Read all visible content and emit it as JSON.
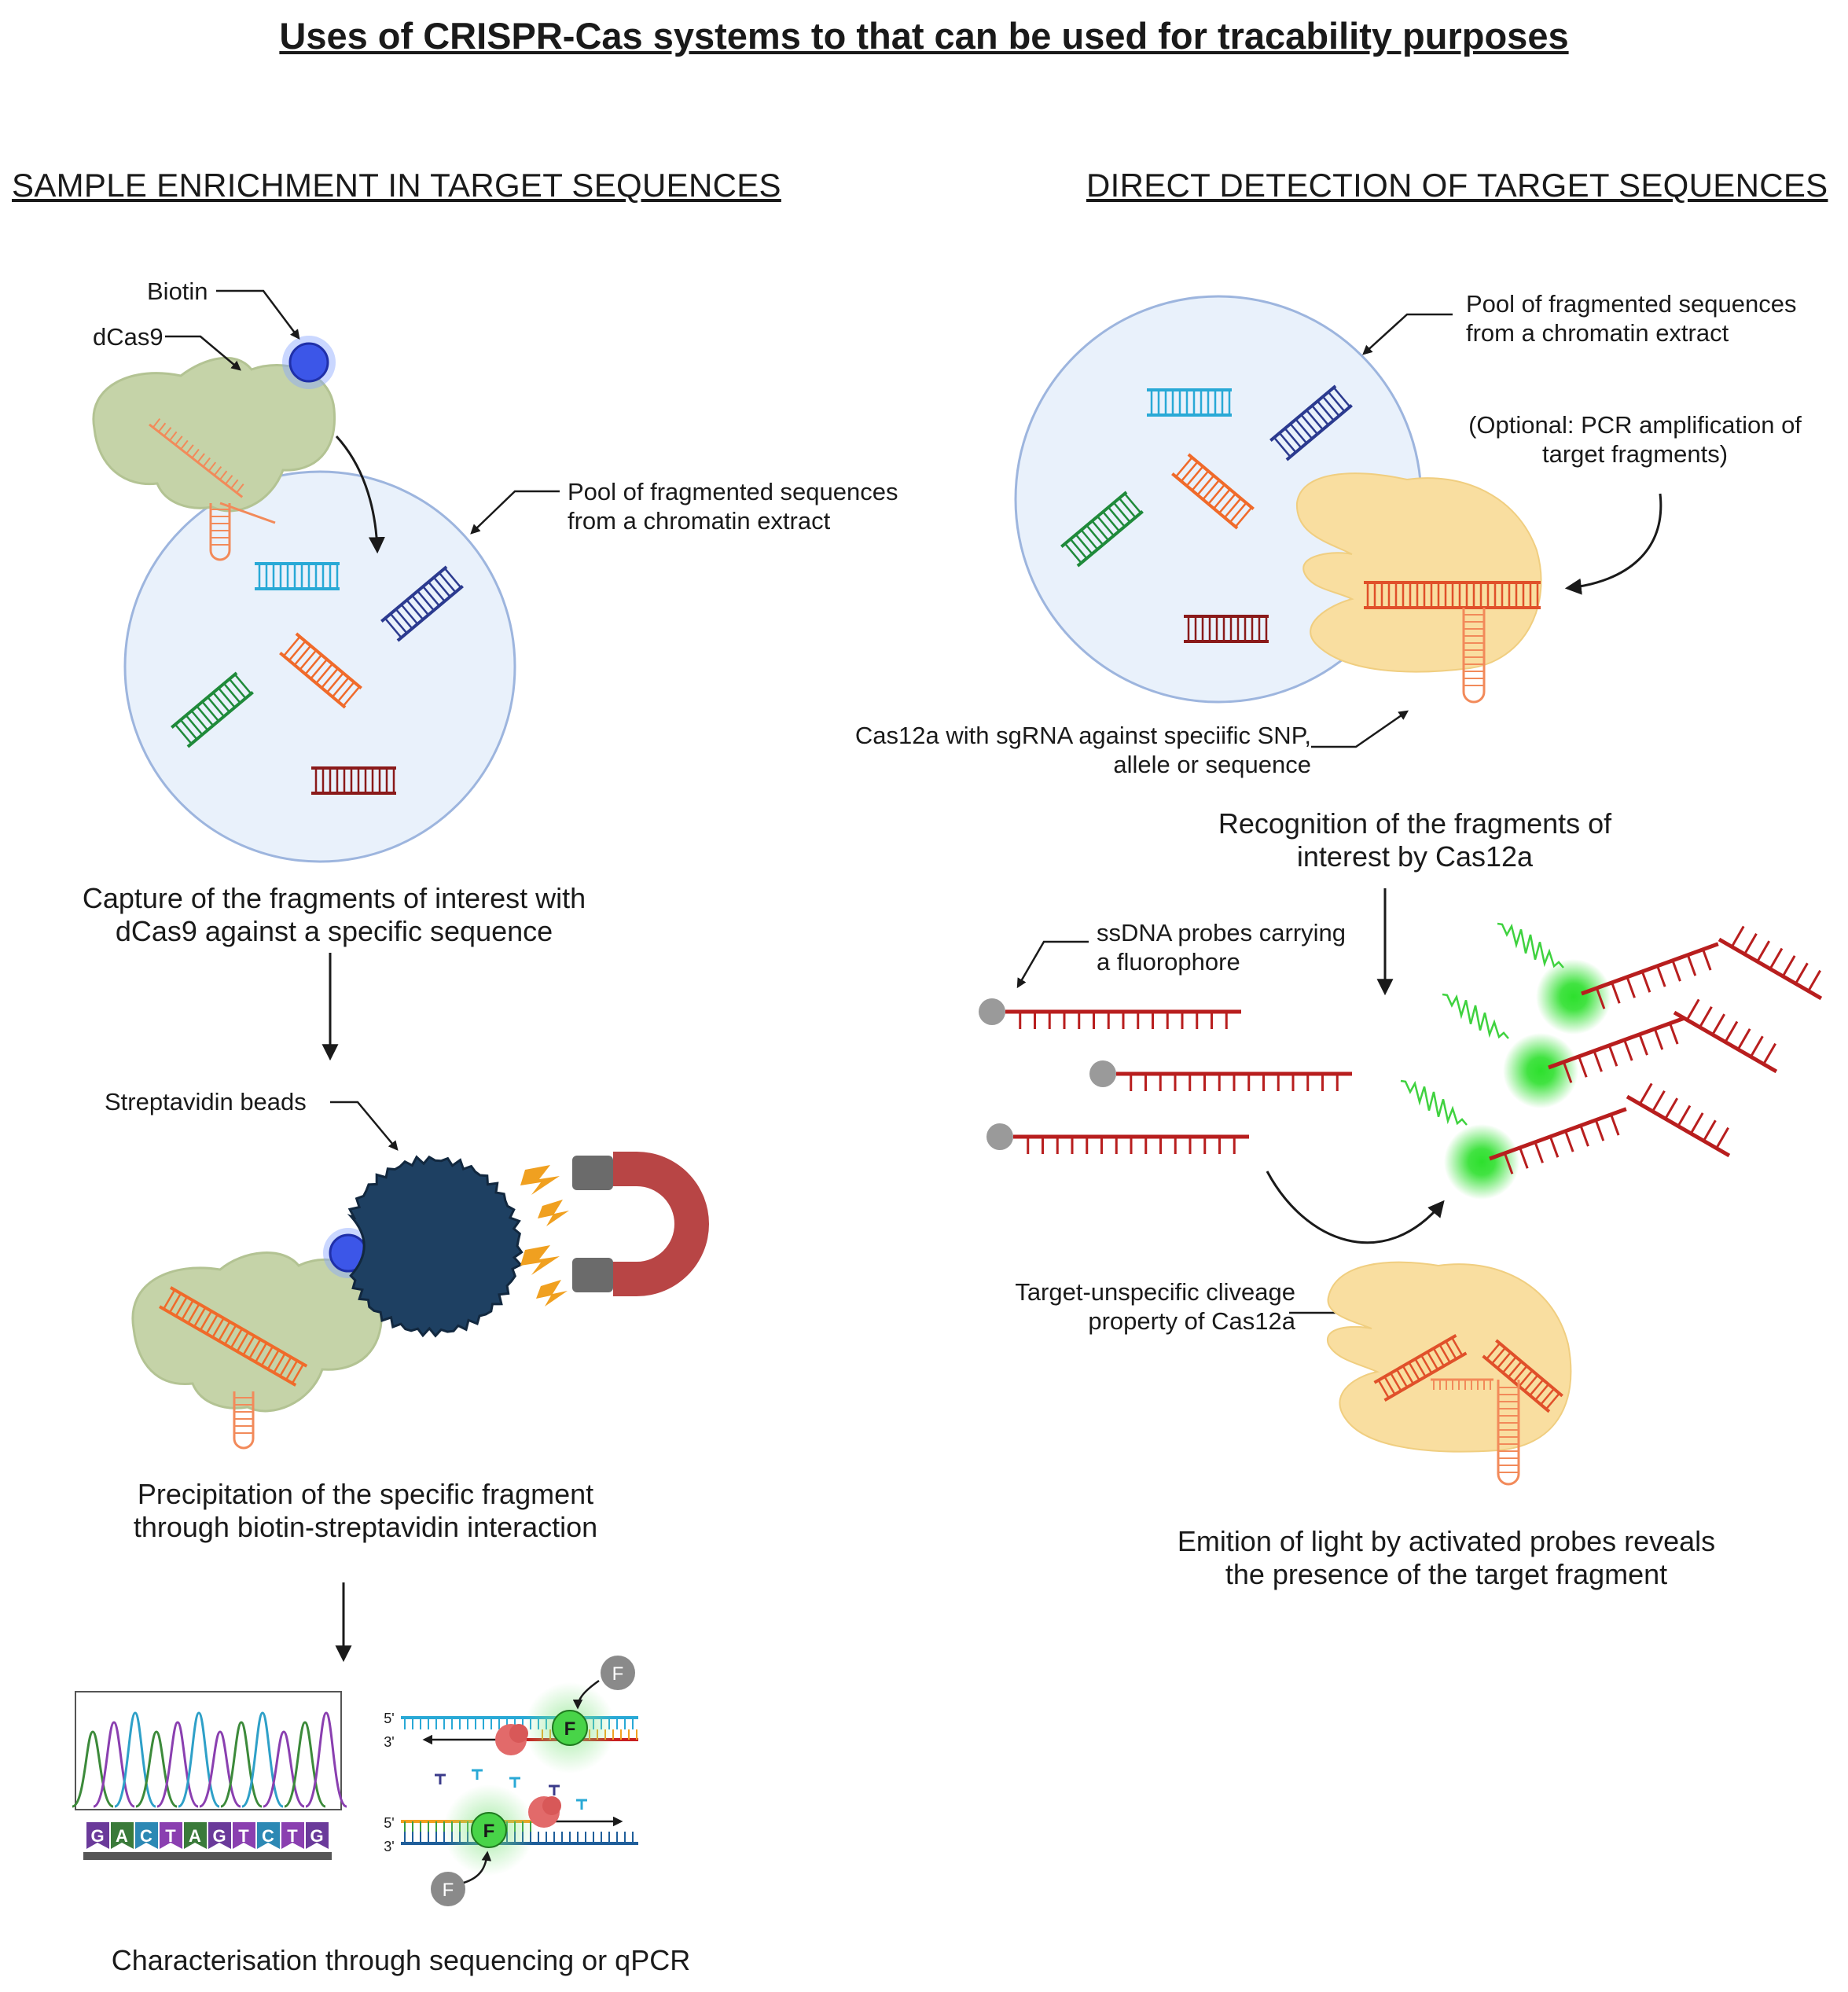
{
  "title": "Uses of CRISPR-Cas systems to that can be used for tracability purposes",
  "left": {
    "heading": "SAMPLE ENRICHMENT IN TARGET SEQUENCES",
    "labels": {
      "biotin": "Biotin",
      "dcas9": "dCas9",
      "pool": "Pool of fragmented sequences\nfrom a chromatin extract",
      "streptavidin": "Streptavidin beads"
    },
    "steps": [
      "Capture of the fragments of interest with\ndCas9 against a specific sequence",
      "Precipitation of the specific fragment\nthrough biotin-streptavidin interaction",
      "Characterisation through sequencing or qPCR"
    ],
    "sequence_bases": [
      "G",
      "A",
      "C",
      "T",
      "A",
      "G",
      "T",
      "C",
      "T",
      "G"
    ],
    "qpcr": {
      "fluor": "F",
      "five_prime": "5'",
      "three_prime": "3'"
    }
  },
  "right": {
    "heading": "DIRECT DETECTION OF TARGET SEQUENCES",
    "labels": {
      "pool": "Pool of fragmented sequences\nfrom a chromatin extract",
      "optional": "(Optional: PCR amplification of\ntarget fragments)",
      "cas12a": "Cas12a with sgRNA against speciific SNP,\nallele or sequence",
      "probes": "ssDNA probes carrying\na fluorophore",
      "cleavage": "Target-unspecific cliveage\nproperty of Cas12a"
    },
    "steps": [
      "Recognition of the fragments of\ninterest by Cas12a",
      "Emition of light by activated probes reveals\nthe presence of the target fragment"
    ]
  },
  "colors": {
    "dcas9": "#c5d3a8",
    "cas12a": "#f9dea0",
    "pool_fill": "#e9f1fb",
    "pool_stroke": "#9db5de",
    "biotin": "#3c56e8",
    "bead": "#1e4062",
    "magnet": "#b84545",
    "probe": "#b81e1e",
    "glow": "#2de02d"
  }
}
